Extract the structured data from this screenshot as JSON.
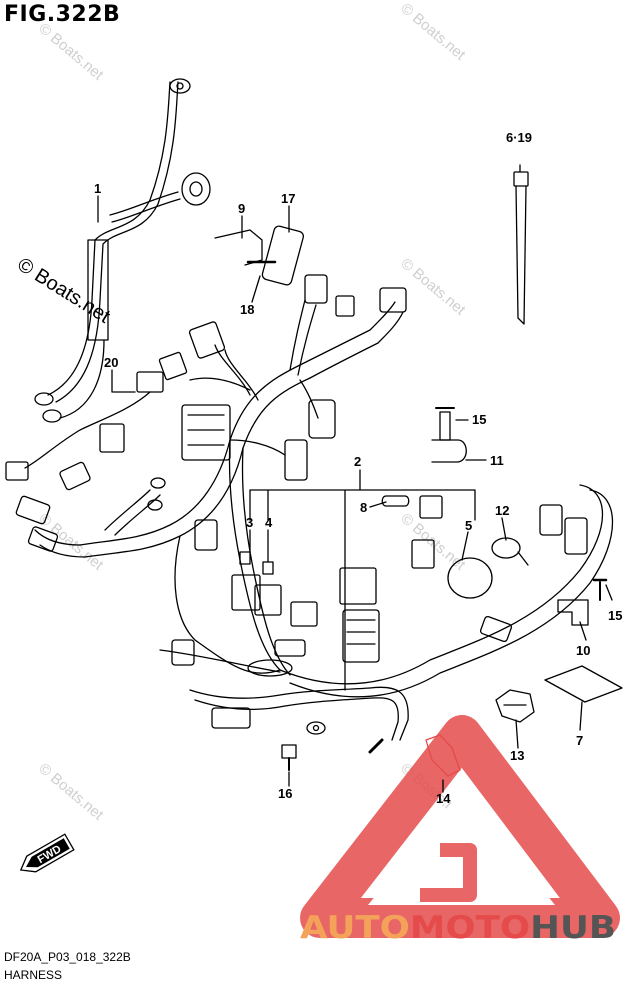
{
  "title": "FIG.322B",
  "footer": {
    "code": "DF20A_P03_018_322B",
    "name": "HARNESS"
  },
  "watermark": "© Boats.net",
  "watermark_main": "© Boats.net",
  "fwd_label": "FWD",
  "brand": {
    "part1": "AUTO",
    "part2": "MOTO",
    "part3": "HUB",
    "colors": {
      "auto": "#f4a259",
      "moto": "#e54b4b",
      "hub": "#555555",
      "triangle": "#e54b4b"
    }
  },
  "callouts": {
    "c1": "1",
    "c2": "2",
    "c3": "3",
    "c4": "4",
    "c5": "5",
    "c6_19": "6·19",
    "c7": "7",
    "c8": "8",
    "c9": "9",
    "c10": "10",
    "c11": "11",
    "c12": "12",
    "c13": "13",
    "c14": "14",
    "c15a": "15",
    "c15b": "15",
    "c16": "16",
    "c17": "17",
    "c18": "18",
    "c20": "20"
  }
}
